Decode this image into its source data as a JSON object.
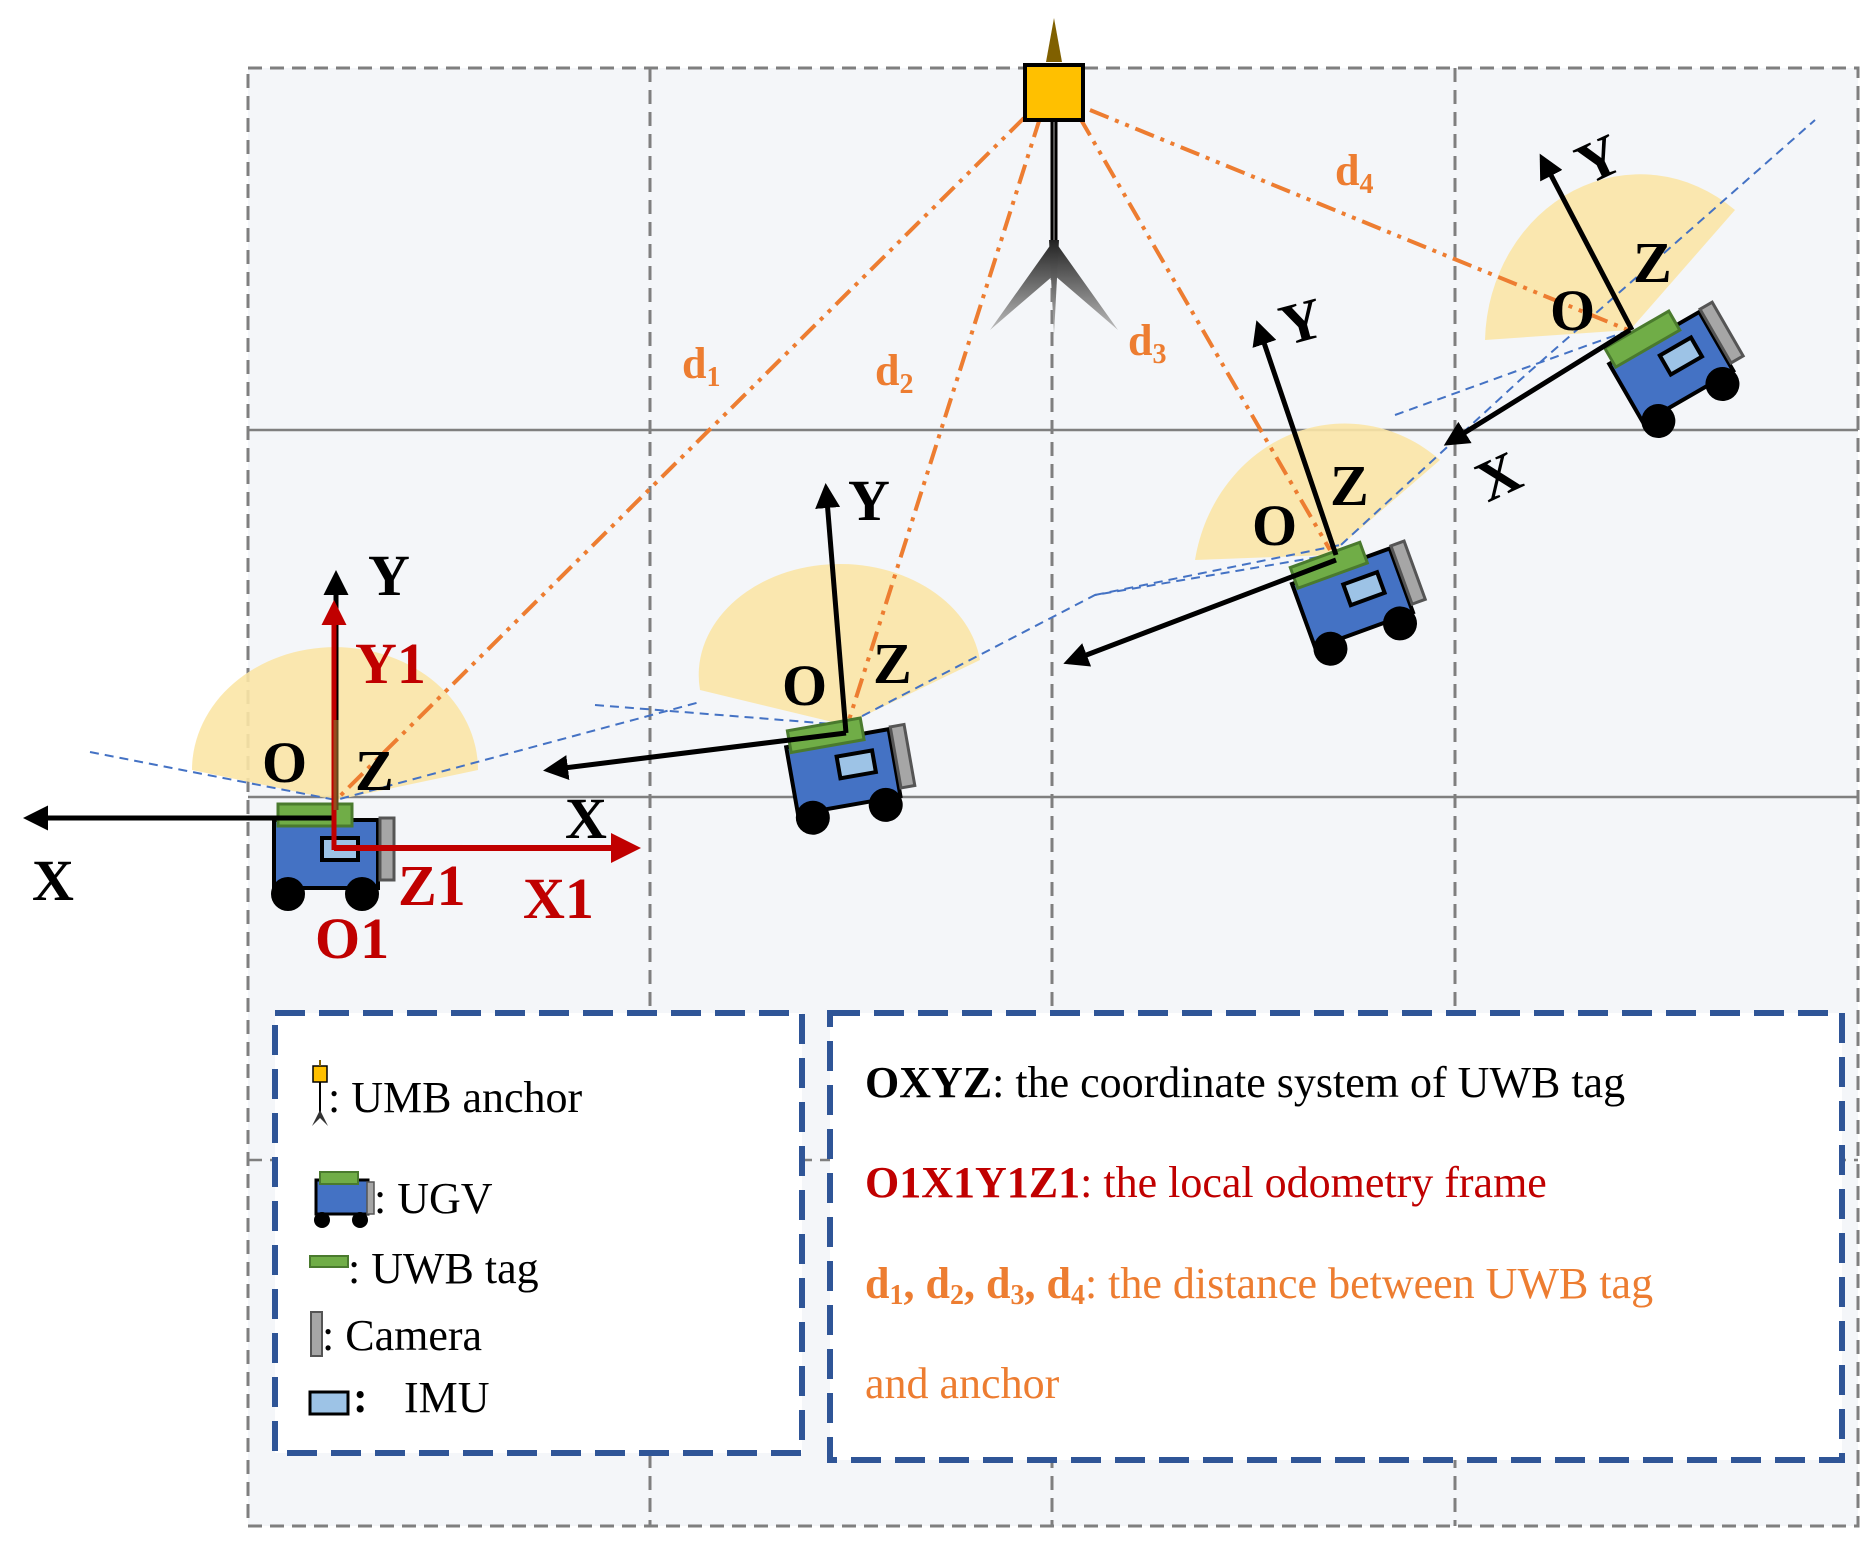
{
  "colors": {
    "grid_line": "#7f7f7f",
    "grid_fill": "#f4f6f9",
    "legend_border": "#2f5597",
    "robot_body": "#4472c4",
    "uwb_tag": "#70ad47",
    "imu": "#9dc3e6",
    "camera": "#a6a6a6",
    "anchor": "#ffc000",
    "distance_line": "#ed7d31",
    "odometry": "#c00000",
    "fov": "#fbe5a6",
    "fov_edge": "#4472c4"
  },
  "labels": {
    "origin": "O",
    "axis_x": "X",
    "axis_y": "Y",
    "axis_z": "Z",
    "odom_origin": "O1",
    "odom_x": "X1",
    "odom_y": "Y1",
    "odom_z": "Z1"
  },
  "distances": [
    {
      "letter": "d",
      "sub": "1"
    },
    {
      "letter": "d",
      "sub": "2"
    },
    {
      "letter": "d",
      "sub": "3"
    },
    {
      "letter": "d",
      "sub": "4"
    }
  ],
  "legend": {
    "anchor": ": UMB anchor",
    "ugv": ": UGV",
    "uwb_tag": ": UWB tag",
    "camera": ": Camera",
    "imu": "IMU",
    "imu_colon": ":"
  },
  "definitions": {
    "oxyz_term": "OXYZ",
    "oxyz_desc": ": the coordinate system of UWB tag",
    "odom_term": "O1X1Y1Z1",
    "odom_desc": ": the local odometry frame",
    "dist_d": "d",
    "dist_sub1": "1",
    "dist_sub2": "2",
    "dist_sub3": "3",
    "dist_sub4": "4",
    "dist_sep": ", ",
    "dist_desc": ": the distance between UWB tag",
    "dist_desc2": "and anchor"
  }
}
